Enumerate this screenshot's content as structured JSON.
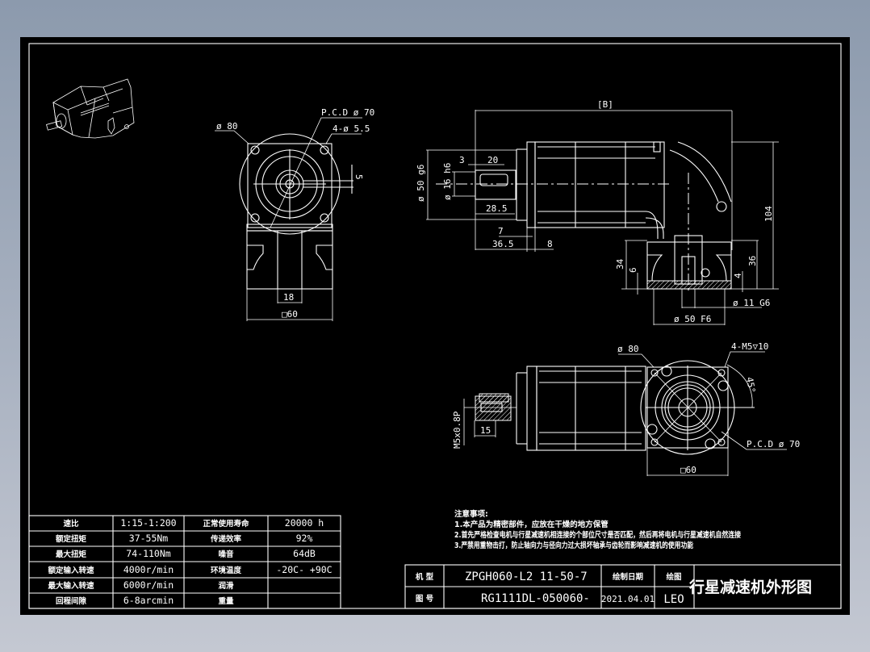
{
  "drawing": {
    "title": "行星减速机外形图",
    "colors": {
      "background_top": "#8c9aad",
      "background_bottom": "#c4c8d2",
      "sheet": "#000000",
      "lines": "#ffffff"
    }
  },
  "top_view": {
    "dia_outer": "ø 80",
    "pcd": "P.C.D  ø 70",
    "holes": "4-ø 5.5",
    "key_offset": "5",
    "key_width": "18",
    "square": "□60"
  },
  "side_view": {
    "total_length": "[B]",
    "shaft_dia_outer": "ø 50 g6",
    "shaft_dia": "ø 16 h6",
    "key_offset": "3",
    "key_length": "20",
    "shaft_length": "28.5",
    "d7": "7",
    "d36_5": "36.5",
    "d8": "8",
    "height_104": "104",
    "height_34": "34",
    "height_6": "6",
    "height_36": "36",
    "height_4": "4",
    "bore": "ø 11  G6",
    "pilot": "ø 50 F6"
  },
  "front_view": {
    "dia_outer": "ø 80",
    "threads": "4-M5▽10",
    "angle": "45°",
    "thread_size": "M5x0.8P",
    "depth": "15",
    "pcd": "P.C.D  ø 70",
    "square": "□60"
  },
  "spec_table": {
    "rows": [
      {
        "label": "速比",
        "value": "1:15-1:200",
        "label2": "正常使用寿命",
        "value2": "20000  h"
      },
      {
        "label": "额定扭矩",
        "value": "37-55Nm",
        "label2": "传递效率",
        "value2": "92%"
      },
      {
        "label": "最大扭矩",
        "value": "74-110Nm",
        "label2": "噪音",
        "value2": "64dB"
      },
      {
        "label": "额定输入转速",
        "value": "4000r/min",
        "label2": "环境温度",
        "value2": "-20C-  +90C"
      },
      {
        "label": "最大输入转速",
        "value": "6000r/min",
        "label2": "润滑",
        "value2": ""
      },
      {
        "label": "回程间隙",
        "value": "6-8arcmin",
        "label2": "重量",
        "value2": ""
      }
    ]
  },
  "notes": {
    "heading": "注意事项:",
    "items": [
      "1.本产品为精密部件，应放在干燥的地方保管",
      "2.首先严格检查电机与行星减速机相连接的个部位尺寸是否匹配，然后再将电机与行星减速机自然连接",
      "3.严禁用重物击打，防止轴向力与径向力过大损坏轴承与齿轮而影响减速机的使用功能"
    ]
  },
  "title_block": {
    "model_label": "机 型",
    "model_value": "ZPGH060-L2 11-50-7",
    "drawing_no_label": "图 号",
    "drawing_no_value": "RG1111DL-050060-",
    "date_label": "绘制日期",
    "date_value": "2021.04.01",
    "drawer_label": "绘图",
    "drawer_value": "LEO",
    "title": "行星减速机外形图"
  }
}
